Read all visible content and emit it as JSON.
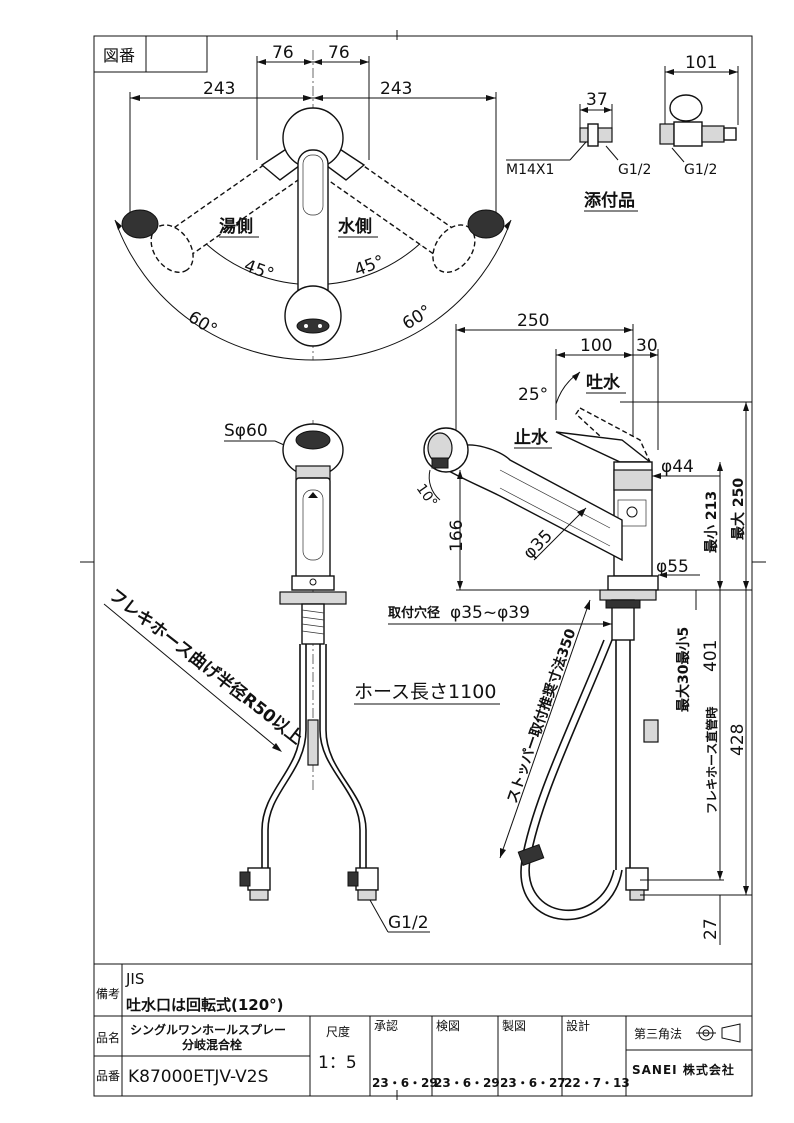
{
  "drawing_number_label": "図番",
  "top_view": {
    "dim_left_243": "243",
    "dim_right_243": "243",
    "dim_76_left": "76",
    "dim_76_right": "76",
    "hot_side_label": "湯側",
    "cold_side_label": "水側",
    "angle_45_left": "45°",
    "angle_45_right": "45°",
    "angle_60_left": "60°",
    "angle_60_right": "60°"
  },
  "accessories": {
    "dim_37": "37",
    "dim_101": "101",
    "thread_m14": "M14X1",
    "thread_g12_a": "G1/2",
    "thread_g12_b": "G1/2",
    "title": "添付品"
  },
  "front_view": {
    "sphere_label": "Sφ60",
    "flex_bend_label": "フレキホース曲げ半径R50以上",
    "hose_length_label": "ホース長さ1100",
    "g12_label": "G1/2"
  },
  "side_view": {
    "dim_250_top": "250",
    "dim_100": "100",
    "dim_30": "30",
    "angle_25": "25°",
    "discharge_label": "吐水",
    "stop_label": "止水",
    "phi44": "φ44",
    "angle_10": "10°",
    "dim_166": "166",
    "phi35": "φ35",
    "phi55": "φ55",
    "min_213": "最小 213",
    "max_250": "最大 250",
    "mount_hole_label": "取付穴径",
    "mount_hole_value": "φ35~φ39",
    "stopper_label": "ストッパー取付推奨寸法350",
    "max30_min5": "最大30最小5",
    "dim_401": "401",
    "dim_428": "428",
    "flex_direct_label": "フレキホース直管時",
    "dim_27": "27"
  },
  "title_block": {
    "remarks_label": "備考",
    "remarks_line1": "JIS",
    "remarks_line2": "吐水口は回転式(120°)",
    "name_label": "品名",
    "product_name_line1": "シングルワンホールスプレー",
    "product_name_line2": "分岐混合栓",
    "part_label": "品番",
    "part_number": "K87000ETJV-V2S",
    "scale_label": "尺度",
    "scale_value": "1：5",
    "approval_label": "承認",
    "approval_date": "23・6・29",
    "inspection_label": "検図",
    "inspection_date": "23・6・29",
    "drafting_label": "製図",
    "drafting_date": "23・6・27",
    "design_label": "設計",
    "design_date": "22・7・13",
    "projection_label": "第三角法",
    "company": "SANEI 株式会社"
  }
}
